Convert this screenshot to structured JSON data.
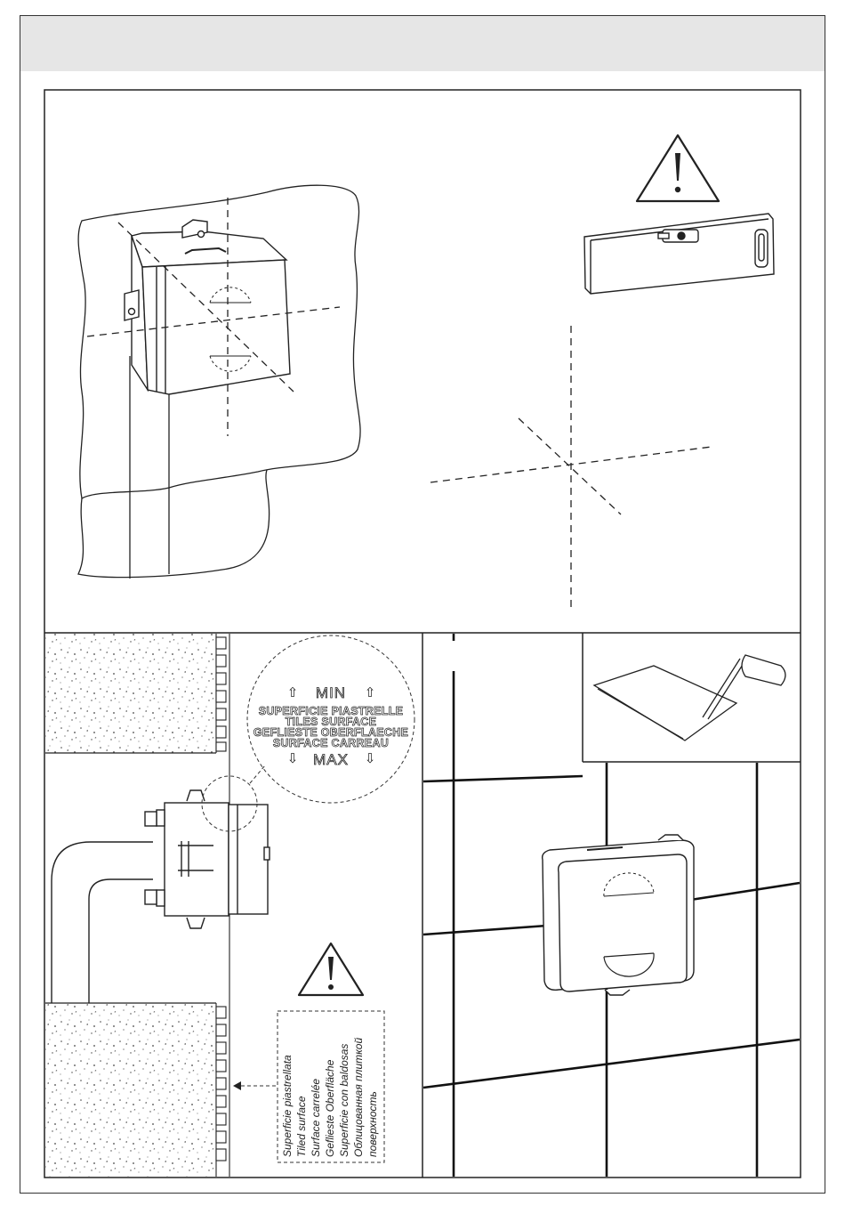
{
  "surface_callout": {
    "min_label": "MIN",
    "surface_lines": [
      "SUPERFICIE PIASTRELLE",
      "TILES SURFACE",
      "GEFLIESTE OBERFLAECHE",
      "SURFACE CARREAU"
    ],
    "max_label": "MAX",
    "arrow_up": "⇧",
    "arrow_down": "⇩"
  },
  "tiled_surface_legend": [
    "Superficie piastrellata",
    "Tiled surface",
    "Surface carrelée",
    "Geflieste Oberfläche",
    "Superficie con baldosas",
    "Облицованная плиткой",
    "поверхность"
  ],
  "icons": [
    "warning-triangle-icon",
    "spirit-level-icon",
    "trowel-icon"
  ]
}
